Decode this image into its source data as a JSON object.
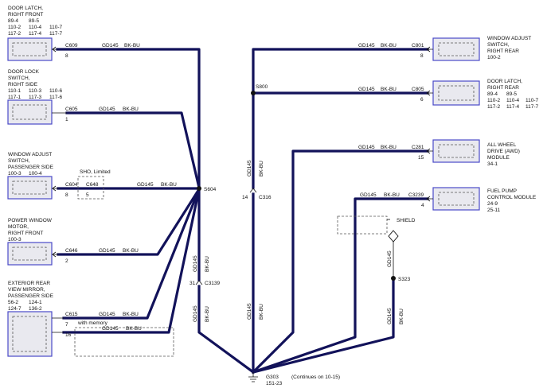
{
  "wire": {
    "circuit": "GD145",
    "color": "BK-BU"
  },
  "left": [
    {
      "lines": [
        "DOOR LATCH,",
        "RIGHT FRONT"
      ],
      "codes": [
        [
          "89-4",
          "89-5"
        ],
        [
          "110-2",
          "110-4",
          "110-7"
        ],
        [
          "117-2",
          "117-4",
          "117-7"
        ]
      ],
      "conn": "C609",
      "pin": "8"
    },
    {
      "lines": [
        "DOOR LOCK",
        "SWITCH,",
        "RIGHT SIDE"
      ],
      "codes": [
        [
          "110-1",
          "110-3",
          "110-6"
        ],
        [
          "117-1",
          "117-3",
          "117-6"
        ]
      ],
      "conn": "C605",
      "pin": "1"
    },
    {
      "lines": [
        "WINDOW ADJUST",
        "SWITCH,",
        "PASSENGER SIDE"
      ],
      "codes": [
        [
          "100-3",
          "100-4"
        ]
      ],
      "conn": "C604",
      "pin": "8",
      "inline_conn": "C648",
      "inline_pin": "5",
      "option": "SHO, Limited"
    },
    {
      "lines": [
        "POWER WINDOW",
        "MOTOR,",
        "RIGHT FRONT"
      ],
      "codes": [
        [
          "100-3"
        ]
      ],
      "conn": "C646",
      "pin": "2"
    },
    {
      "lines": [
        "EXTERIOR REAR",
        "VIEW MIRROR,",
        "PASSENGER SIDE"
      ],
      "codes": [
        [
          "56-2",
          "124-1"
        ],
        [
          "124-7",
          "136-2"
        ]
      ],
      "conn": "C615",
      "pin": "7",
      "pin2": "16",
      "option": "with memory"
    }
  ],
  "right": [
    {
      "lines": [
        "WINDOW ADJUST",
        "SWITCH,",
        "RIGHT REAR"
      ],
      "codes": [
        [
          "100-2"
        ]
      ],
      "conn": "C801",
      "pin": "8"
    },
    {
      "lines": [
        "DOOR LATCH,",
        "RIGHT REAR"
      ],
      "codes": [
        [
          "89-4",
          "89-5"
        ],
        [
          "110-2",
          "110-4",
          "110-7"
        ],
        [
          "117-2",
          "117-4",
          "117-7"
        ]
      ],
      "conn": "C805",
      "pin": "6"
    },
    {
      "lines": [
        "ALL WHEEL",
        "DRIVE (AWD)",
        "MODULE"
      ],
      "codes": [
        [
          "34-1"
        ]
      ],
      "conn": "C281",
      "pin": "15"
    },
    {
      "lines": [
        "FUEL PUMP",
        "CONTROL MODULE"
      ],
      "codes": [
        [
          "24-9"
        ],
        [
          "25-11"
        ]
      ],
      "conn": "C3239",
      "pin": "4"
    }
  ],
  "splices": {
    "left": "S604",
    "top_right": "S800",
    "shield": "S323"
  },
  "inline": {
    "left": {
      "conn": "C3139",
      "pin": "31"
    },
    "right": {
      "conn": "C316",
      "pin": "14"
    }
  },
  "shield_label": "SHIELD",
  "ground": {
    "name": "G303",
    "code": "151-23",
    "note": "(Continues on 10-15)"
  },
  "colors": {
    "wire": "#12125a",
    "component_border": "#4a4ac8",
    "component_fill": "#e9e9ef"
  }
}
